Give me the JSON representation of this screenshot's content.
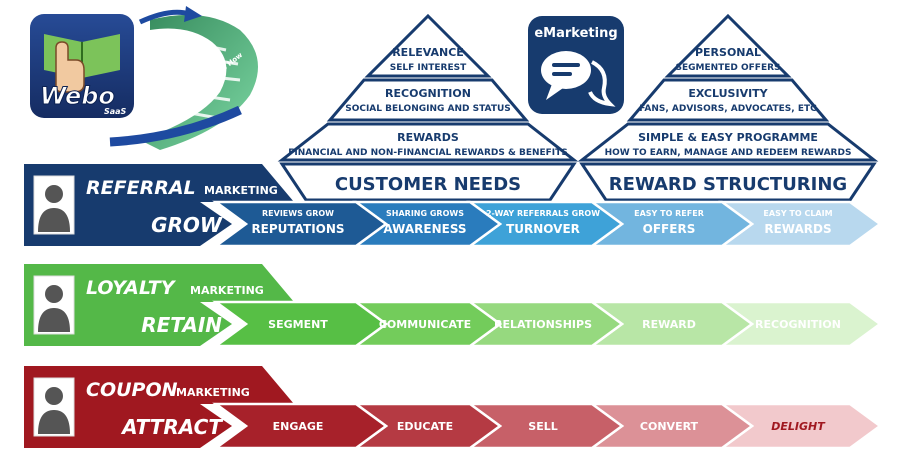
{
  "logo": {
    "brand": "Webo",
    "sub": "SaaS",
    "tagline": "Let Us Show You How",
    "colors": {
      "bg": "#1e3a78",
      "hand": "#6ab04c"
    }
  },
  "customer_pyramid": {
    "tiers": [
      {
        "title": "RELEVANCE",
        "subtitle": "SELF INTEREST"
      },
      {
        "title": "RECOGNITION",
        "subtitle": "SOCIAL BELONGING AND STATUS"
      },
      {
        "title": "REWARDS",
        "subtitle": "FINANCIAL AND NON-FINANCIAL REWARDS & BENEFITS"
      }
    ],
    "base": "CUSTOMER NEEDS"
  },
  "emarketing": {
    "label": "eMarketing",
    "icon": "chat-bubbles-icon"
  },
  "reward_pyramid": {
    "tiers": [
      {
        "title": "PERSONAL",
        "subtitle": "SEGMENTED OFFERS"
      },
      {
        "title": "EXCLUSIVITY",
        "subtitle": "FANS, ADVISORS, ADVOCATES, ETC"
      },
      {
        "title": "SIMPLE & EASY PROGRAMME",
        "subtitle": "HOW TO EARN, MANAGE AND REDEEM REWARDS"
      }
    ],
    "base": "REWARD STRUCTURING"
  },
  "rows": [
    {
      "id": "referral",
      "title": "REFERRAL",
      "suffix": "MARKETING",
      "verb": "GROW",
      "colors": [
        "#173b6e",
        "#173b6e",
        "#1e5a95",
        "#2a7cbd",
        "#3ea2d8",
        "#72b5df",
        "#b8d8ee"
      ],
      "steps": [
        {
          "top": "REVIEWS GROW",
          "main": "REPUTATIONS"
        },
        {
          "top": "SHARING GROWS",
          "main": "AWARENESS"
        },
        {
          "top": "2-WAY REFERRALS GROW",
          "main": "TURNOVER"
        },
        {
          "top": "EASY TO REFER",
          "main": "OFFERS"
        },
        {
          "top": "EASY TO CLAIM",
          "main": "REWARDS"
        }
      ]
    },
    {
      "id": "loyalty",
      "title": "LOYALTY",
      "suffix": "MARKETING",
      "verb": "RETAIN",
      "colors": [
        "#54b848",
        "#54b848",
        "#57bf45",
        "#73cc5b",
        "#96d97f",
        "#b8e6a6",
        "#daf3cf"
      ],
      "steps": [
        {
          "top": "",
          "main": "SEGMENT"
        },
        {
          "top": "",
          "main": "COMMUNICATE"
        },
        {
          "top": "",
          "main": "RELATIONSHIPS"
        },
        {
          "top": "",
          "main": "REWARD"
        },
        {
          "top": "",
          "main": "RECOGNITION"
        }
      ]
    },
    {
      "id": "coupon",
      "title": "COUPON",
      "suffix": "MARKETING",
      "verb": "ATTRACT",
      "colors": [
        "#a01820",
        "#a01820",
        "#a7212a",
        "#b53a43",
        "#c76068",
        "#dc9197",
        "#f2c9cc"
      ],
      "steps": [
        {
          "top": "",
          "main": "ENGAGE"
        },
        {
          "top": "",
          "main": "EDUCATE"
        },
        {
          "top": "",
          "main": "SELL"
        },
        {
          "top": "",
          "main": "CONVERT"
        },
        {
          "top": "",
          "main": "DELIGHT"
        }
      ]
    }
  ]
}
